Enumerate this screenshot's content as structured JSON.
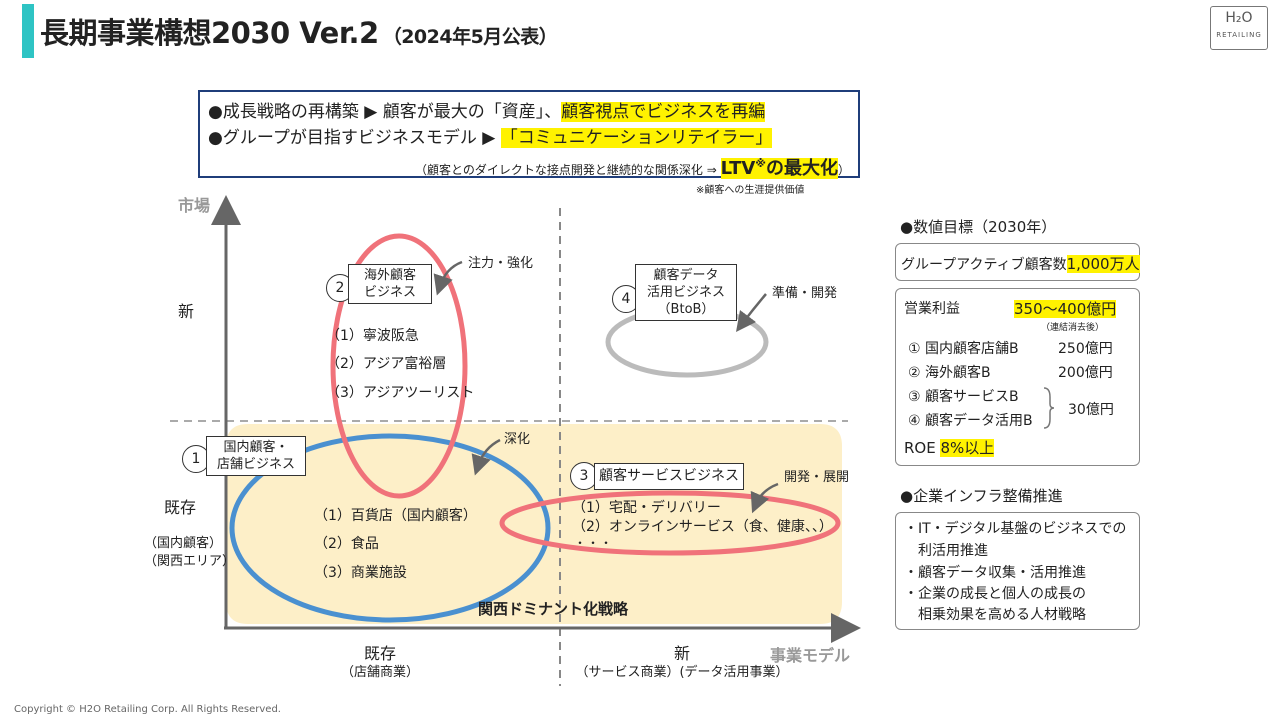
{
  "header": {
    "title": "長期事業構想2030 Ver.2",
    "subtitle": "（2024年5月公表）",
    "logo_mark": "H₂O",
    "logo_text": "RETAILING"
  },
  "message": {
    "line1_prefix": "●成長戦略の再構築 ▶ 顧客が最大の「資産」、",
    "line1_highlight": "顧客視点でビジネスを再編",
    "line2_prefix": "●グループが目指すビジネスモデル ▶ ",
    "line2_highlight": "「コミュニケーションリテイラー」",
    "note_prefix": "（顧客とのダイレクトな接点開発と継続的な関係深化 ⇒ ",
    "note_big": "LTV",
    "note_sup": "※",
    "note_big2": "の最大化",
    "note_suffix": "）",
    "footnote": "※顧客への生涯提供価値"
  },
  "matrix": {
    "y_axis_name": "市場",
    "x_axis_name": "事業モデル",
    "y_new": "新",
    "y_existing": "既存",
    "y_existing_sub1": "（国内顧客）",
    "y_existing_sub2": "（関西エリア）",
    "x_existing": "既存",
    "x_existing_sub": "（店舗商業）",
    "x_new": "新",
    "x_new_sub": "（サービス商業）(データ活用事業）",
    "strategy_label": "関西ドミナント化戦略"
  },
  "businesses": {
    "b1": {
      "num": "1",
      "line1": "国内顧客・",
      "line2": "店舗ビジネス",
      "arrow_label": "深化",
      "items": [
        "（1）百貨店（国内顧客）",
        "（2）食品",
        "（3）商業施設"
      ]
    },
    "b2": {
      "num": "2",
      "line1": "海外顧客",
      "line2": "ビジネス",
      "arrow_label": "注力・強化",
      "items": [
        "（1）寧波阪急",
        "（2）アジア富裕層",
        "（3）アジアツーリスト"
      ]
    },
    "b3": {
      "num": "3",
      "line1": "顧客サービスビジネス",
      "arrow_label": "開発・展開",
      "items": [
        "（1）宅配・デリバリー",
        "（2）オンラインサービス（食、健康、、）",
        "・・・"
      ]
    },
    "b4": {
      "num": "4",
      "line1": "顧客データ",
      "line2": "活用ビジネス",
      "line3": "（BtoB）",
      "arrow_label": "準備・開発"
    }
  },
  "targets": {
    "heading": "●数値目標（2030年）",
    "active_label": "グループアクティブ顧客数",
    "active_value": "1,000万人",
    "op_label": "営業利益",
    "op_value": "350～400億円",
    "op_note": "（連結消去後）",
    "rows": [
      {
        "label": "① 国内顧客店舗B",
        "value": "250億円"
      },
      {
        "label": "② 海外顧客B",
        "value": "200億円"
      },
      {
        "label": "③ 顧客サービスB",
        "value": ""
      },
      {
        "label": "④ 顧客データ活用B",
        "value": ""
      }
    ],
    "combined_value": "30億円",
    "roe_label": "ROE ",
    "roe_value": "8%以上"
  },
  "infra": {
    "heading": "●企業インフラ整備推進",
    "items": [
      "・IT・デジタル基盤のビジネスでの",
      "　利活用推進",
      "・顧客データ収集・活用推進",
      "・企業の成長と個人の成長の",
      "　相乗効果を高める人材戦略"
    ]
  },
  "footer": {
    "copyright": "Copyright © H2O Retailing Corp. All Rights Reserved."
  },
  "colors": {
    "accent_teal": "#2ec4c4",
    "frame_navy": "#1f3d7a",
    "highlight_yellow": "#fff200",
    "ellipse_red": "#f0727a",
    "ellipse_blue": "#4a90d0",
    "ellipse_gray": "#bbbbbb",
    "zone_beige": "#fdefc8"
  }
}
